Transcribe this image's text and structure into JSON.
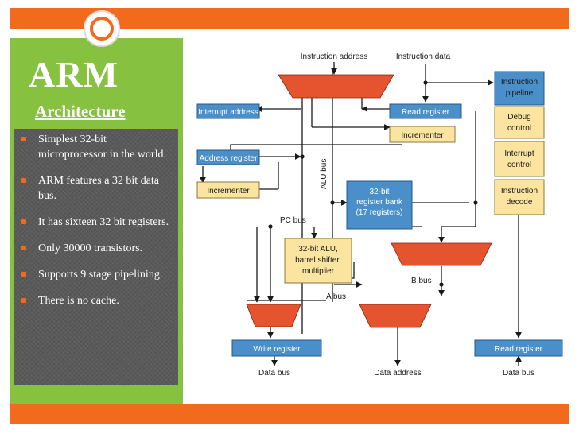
{
  "title": "ARM",
  "subtitle": "Architecture",
  "bullets": [
    "Simplest 32-bit microprocessor in the world.",
    "ARM features a 32 bit data bus.",
    "It has sixteen 32 bit registers.",
    "Only 30000 transistors.",
    "Supports 9 stage pipelining.",
    "There is no cache."
  ],
  "diagram": {
    "instruction_address": "Instruction address",
    "instruction_data": "Instruction data",
    "interrupt_address": "Interrupt address",
    "read_register_top": "Read register",
    "incrementer_top": "Incrementer",
    "address_register": "Address register",
    "incrementer_left": "Incrementer",
    "alu_bus": "ALU bus",
    "pc_bus": "PC bus",
    "register_bank": [
      "32-bit",
      "register bank",
      "(17 registers)"
    ],
    "alu_box": [
      "32-bit ALU,",
      "barrel shifter,",
      "multiplier"
    ],
    "b_bus": "B bus",
    "a_bus": "A bus",
    "write_register": "Write register",
    "read_register_bottom": "Read register",
    "data_bus_left": "Data bus",
    "data_address": "Data address",
    "data_bus_right": "Data bus",
    "instruction_pipeline": [
      "Instruction",
      "pipeline"
    ],
    "debug_control": [
      "Debug",
      "control"
    ],
    "interrupt_control": [
      "Interrupt",
      "control"
    ],
    "instruction_decode": [
      "Instruction",
      "decode"
    ]
  },
  "colors": {
    "orange": "#f26b1d",
    "green": "#86c13f",
    "blue_box": "#4a8fc9",
    "yellow_box": "#fbe4a0",
    "red_mux": "#e5542e"
  }
}
